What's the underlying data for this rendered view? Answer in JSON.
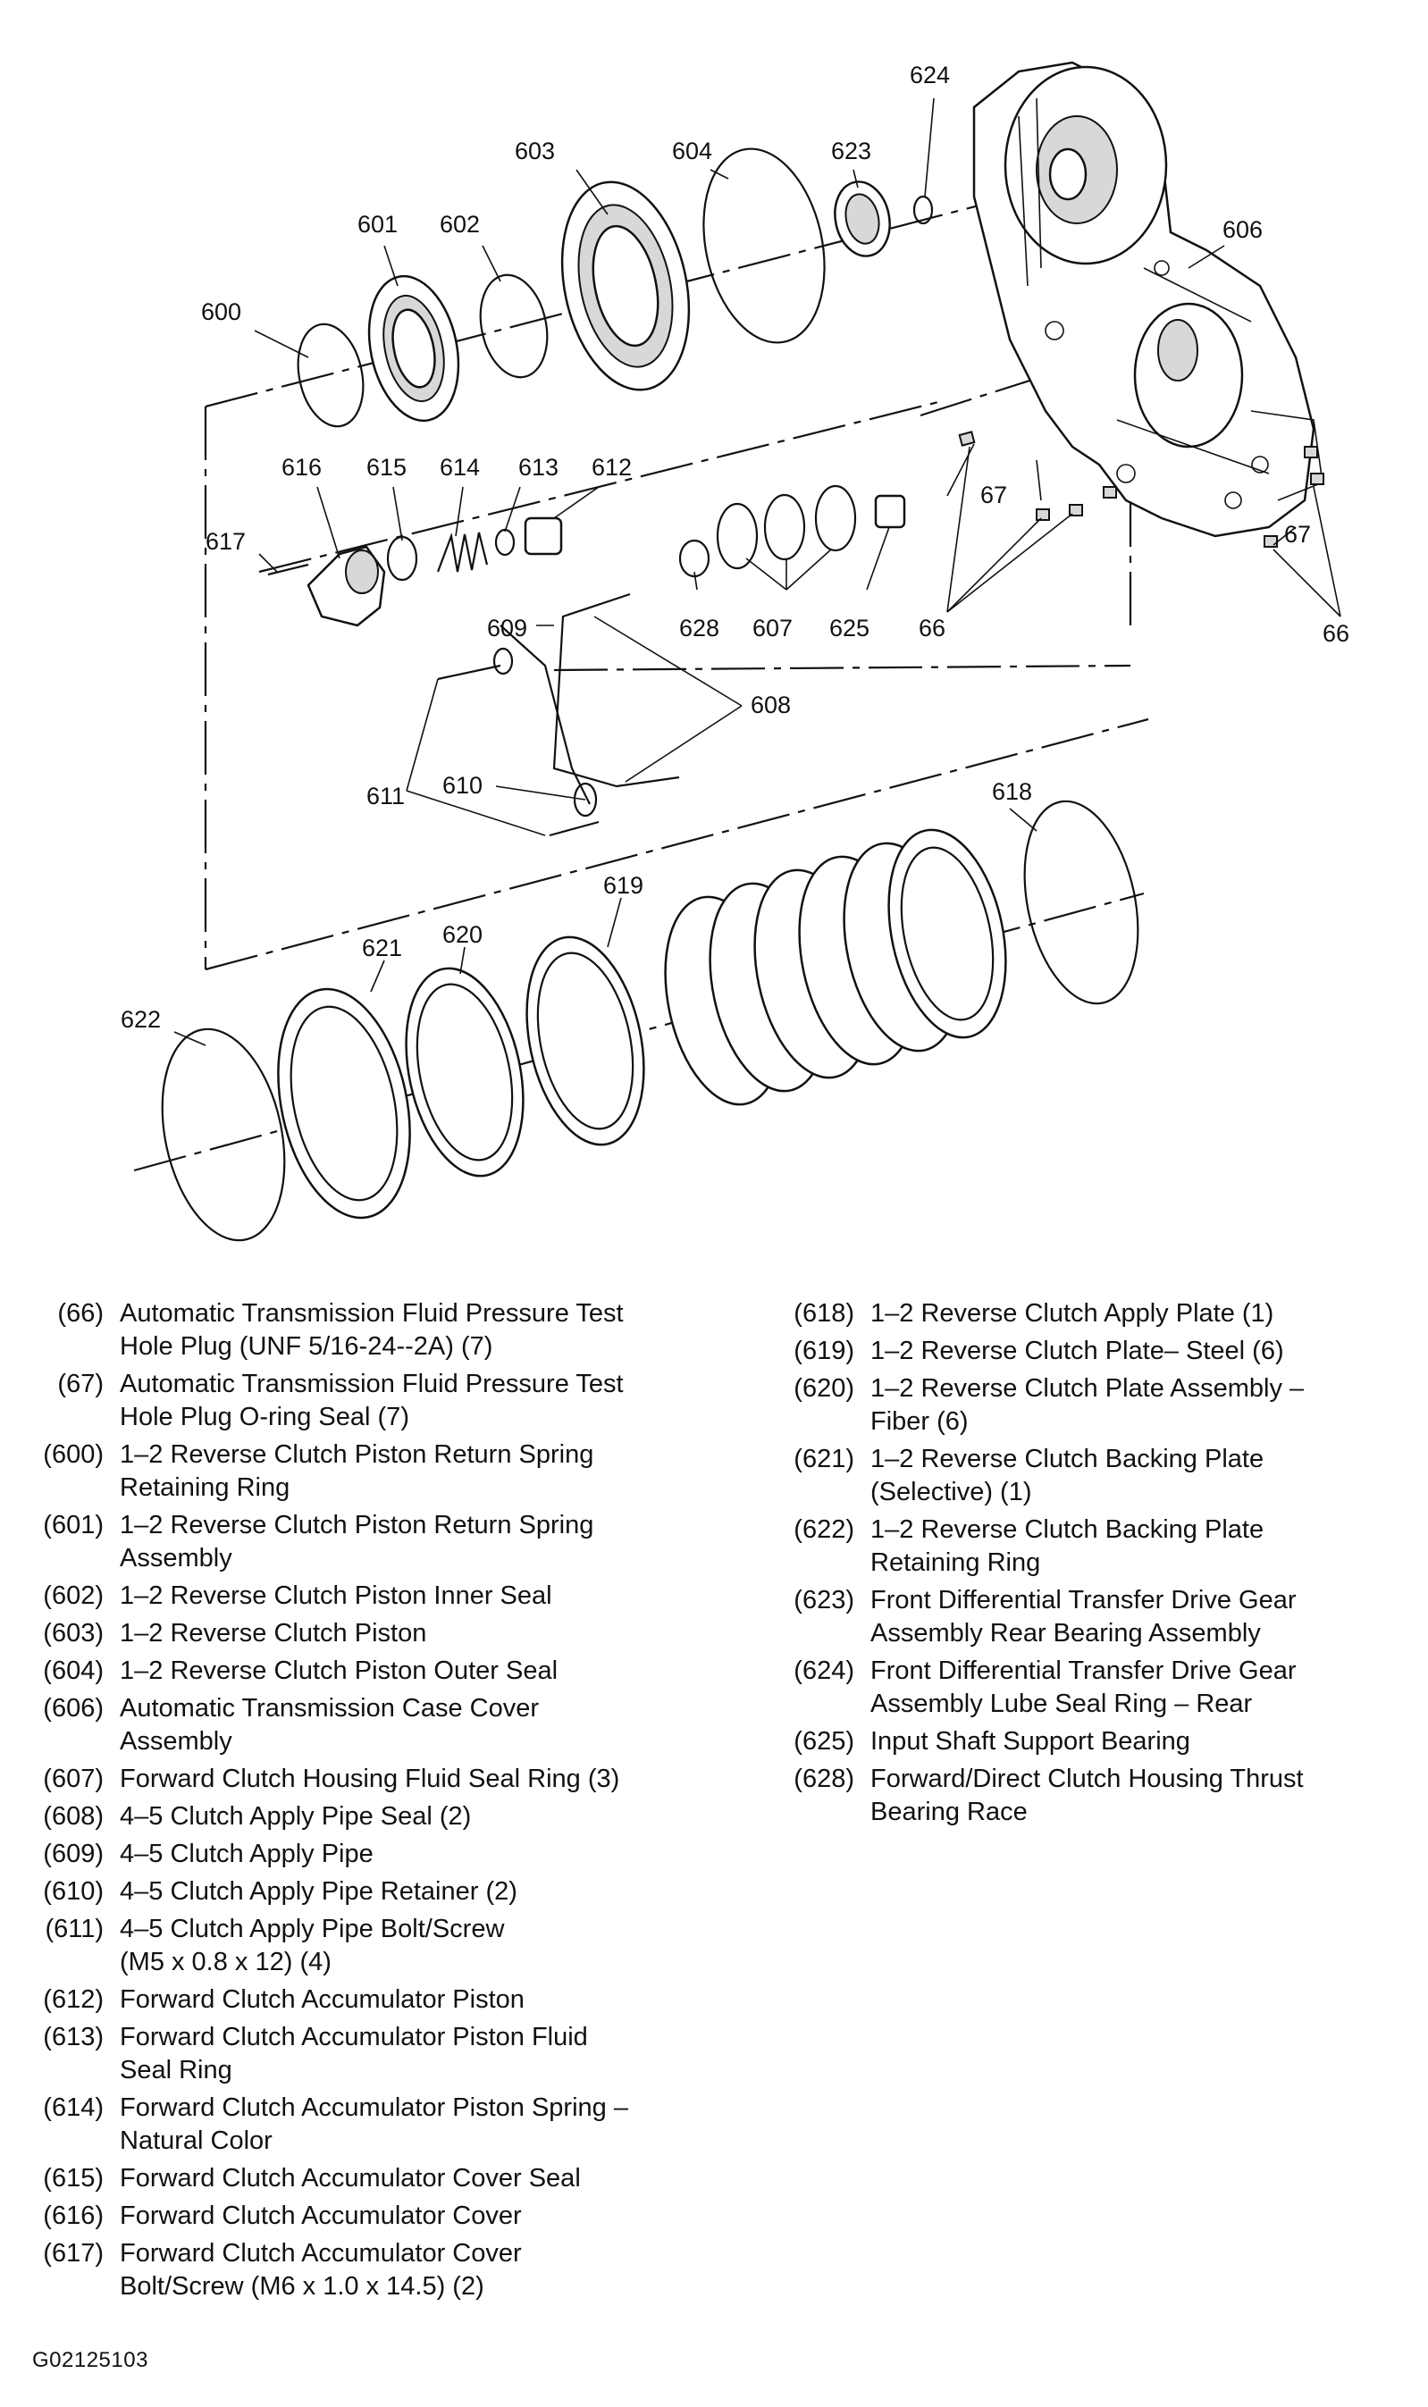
{
  "figure_id": "G02125103",
  "callouts": [
    "624",
    "603",
    "604",
    "623",
    "601",
    "602",
    "606",
    "600",
    "616",
    "615",
    "614",
    "613",
    "612",
    "617",
    "67",
    "67",
    "609",
    "628",
    "607",
    "625",
    "66",
    "66",
    "608",
    "611",
    "610",
    "618",
    "619",
    "621",
    "620",
    "622"
  ],
  "legend_left": [
    {
      "num": "(66)",
      "lines": [
        "Automatic Transmission Fluid Pressure Test",
        "Hole Plug (UNF 5/16-24--2A) (7)"
      ]
    },
    {
      "num": "(67)",
      "lines": [
        "Automatic Transmission Fluid Pressure Test",
        "Hole Plug O-ring Seal (7)"
      ]
    },
    {
      "num": "(600)",
      "lines": [
        "1–2 Reverse Clutch Piston Return Spring",
        "Retaining Ring"
      ]
    },
    {
      "num": "(601)",
      "lines": [
        "1–2 Reverse Clutch Piston Return Spring",
        "Assembly"
      ]
    },
    {
      "num": "(602)",
      "lines": [
        "1–2 Reverse Clutch Piston Inner Seal"
      ]
    },
    {
      "num": "(603)",
      "lines": [
        "1–2 Reverse Clutch Piston"
      ]
    },
    {
      "num": "(604)",
      "lines": [
        "1–2 Reverse Clutch Piston Outer Seal"
      ]
    },
    {
      "num": "(606)",
      "lines": [
        "Automatic Transmission Case Cover",
        "Assembly"
      ]
    },
    {
      "num": "(607)",
      "lines": [
        "Forward Clutch Housing Fluid Seal Ring (3)"
      ]
    },
    {
      "num": "(608)",
      "lines": [
        "4–5 Clutch Apply Pipe Seal (2)"
      ]
    },
    {
      "num": "(609)",
      "lines": [
        "4–5 Clutch Apply Pipe"
      ]
    },
    {
      "num": "(610)",
      "lines": [
        "4–5 Clutch Apply Pipe Retainer (2)"
      ]
    },
    {
      "num": "(611)",
      "lines": [
        "4–5 Clutch Apply Pipe Bolt/Screw",
        "(M5 x 0.8 x 12) (4)"
      ]
    },
    {
      "num": "(612)",
      "lines": [
        "Forward Clutch Accumulator Piston"
      ]
    },
    {
      "num": "(613)",
      "lines": [
        "Forward Clutch Accumulator Piston Fluid",
        "Seal Ring"
      ]
    },
    {
      "num": "(614)",
      "lines": [
        "Forward Clutch Accumulator Piston Spring –",
        "Natural Color"
      ]
    },
    {
      "num": "(615)",
      "lines": [
        "Forward Clutch Accumulator Cover Seal"
      ]
    },
    {
      "num": "(616)",
      "lines": [
        "Forward Clutch Accumulator Cover"
      ]
    },
    {
      "num": "(617)",
      "lines": [
        "Forward Clutch Accumulator Cover",
        "Bolt/Screw (M6 x 1.0 x 14.5) (2)"
      ]
    }
  ],
  "legend_right": [
    {
      "num": "(618)",
      "lines": [
        "1–2 Reverse Clutch Apply Plate (1)"
      ]
    },
    {
      "num": "(619)",
      "lines": [
        "1–2 Reverse Clutch Plate– Steel (6)"
      ]
    },
    {
      "num": "(620)",
      "lines": [
        "1–2 Reverse Clutch Plate Assembly –",
        "Fiber (6)"
      ]
    },
    {
      "num": "(621)",
      "lines": [
        "1–2 Reverse Clutch Backing Plate",
        "(Selective) (1)"
      ]
    },
    {
      "num": "(622)",
      "lines": [
        "1–2 Reverse Clutch Backing Plate",
        "Retaining Ring"
      ]
    },
    {
      "num": "(623)",
      "lines": [
        "Front Differential Transfer Drive Gear",
        "Assembly Rear Bearing Assembly"
      ]
    },
    {
      "num": "(624)",
      "lines": [
        "Front Differential Transfer Drive Gear",
        "Assembly Lube Seal Ring – Rear"
      ]
    },
    {
      "num": "(625)",
      "lines": [
        "Input Shaft Support Bearing"
      ]
    },
    {
      "num": "(628)",
      "lines": [
        "Forward/Direct Clutch Housing Thrust",
        "Bearing Race"
      ]
    }
  ]
}
